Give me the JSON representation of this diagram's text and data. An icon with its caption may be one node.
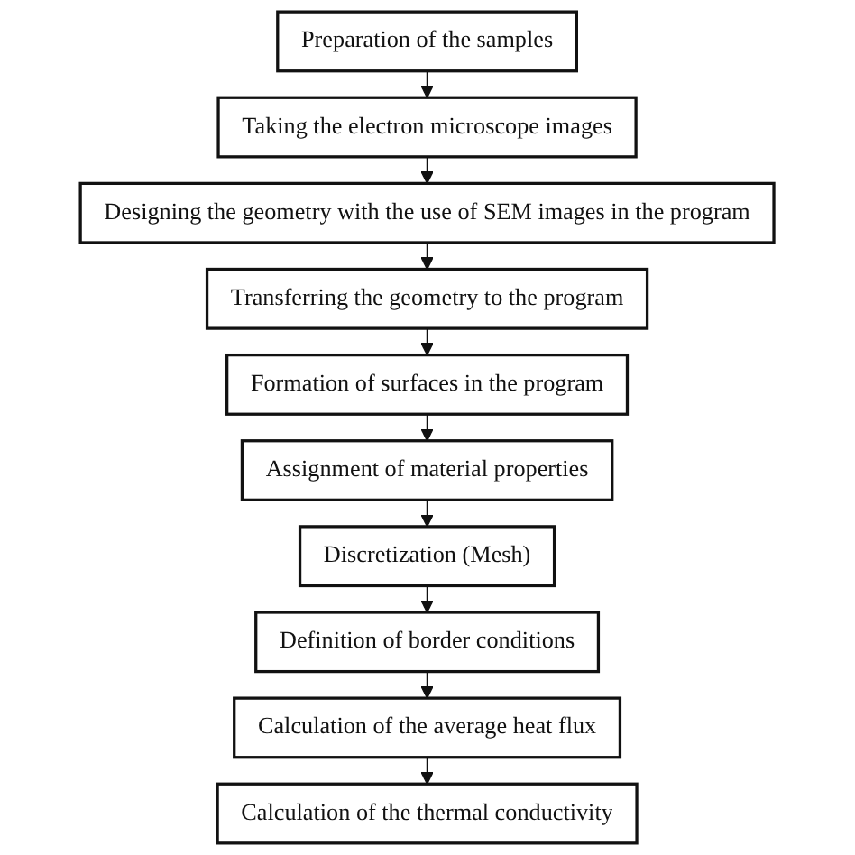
{
  "diagram": {
    "nodes": [
      {
        "text": [
          "Preparation of the samples"
        ]
      },
      {
        "text": [
          "Taking the electron microscope images"
        ]
      },
      {
        "text": [
          "Designing the geometry with the use of SEM images in the program"
        ]
      },
      {
        "text": [
          "Transferring the geometry to the program"
        ]
      },
      {
        "text": [
          "Formation of surfaces in the program"
        ]
      },
      {
        "text": [
          "Assignment of material properties"
        ]
      },
      {
        "text": [
          "Discretization (Mesh)"
        ]
      },
      {
        "text": [
          "Definition of border conditions"
        ]
      },
      {
        "text": [
          "Calculation of the average heat flux"
        ]
      },
      {
        "text": [
          "Calculation of the thermal conductivity"
        ]
      }
    ],
    "edges": [
      {
        "from": 0,
        "to": 1,
        "arrow": "to"
      },
      {
        "from": 1,
        "to": 2,
        "arrow": "to"
      },
      {
        "from": 2,
        "to": 3,
        "arrow": "to"
      },
      {
        "from": 3,
        "to": 4,
        "arrow": "to"
      },
      {
        "from": 4,
        "to": 5,
        "arrow": "to"
      },
      {
        "from": 5,
        "to": 6,
        "arrow": "to"
      },
      {
        "from": 6,
        "to": 7,
        "arrow": "to"
      },
      {
        "from": 7,
        "to": 8,
        "arrow": "to"
      },
      {
        "from": 8,
        "to": 9,
        "arrow": "to"
      }
    ]
  }
}
